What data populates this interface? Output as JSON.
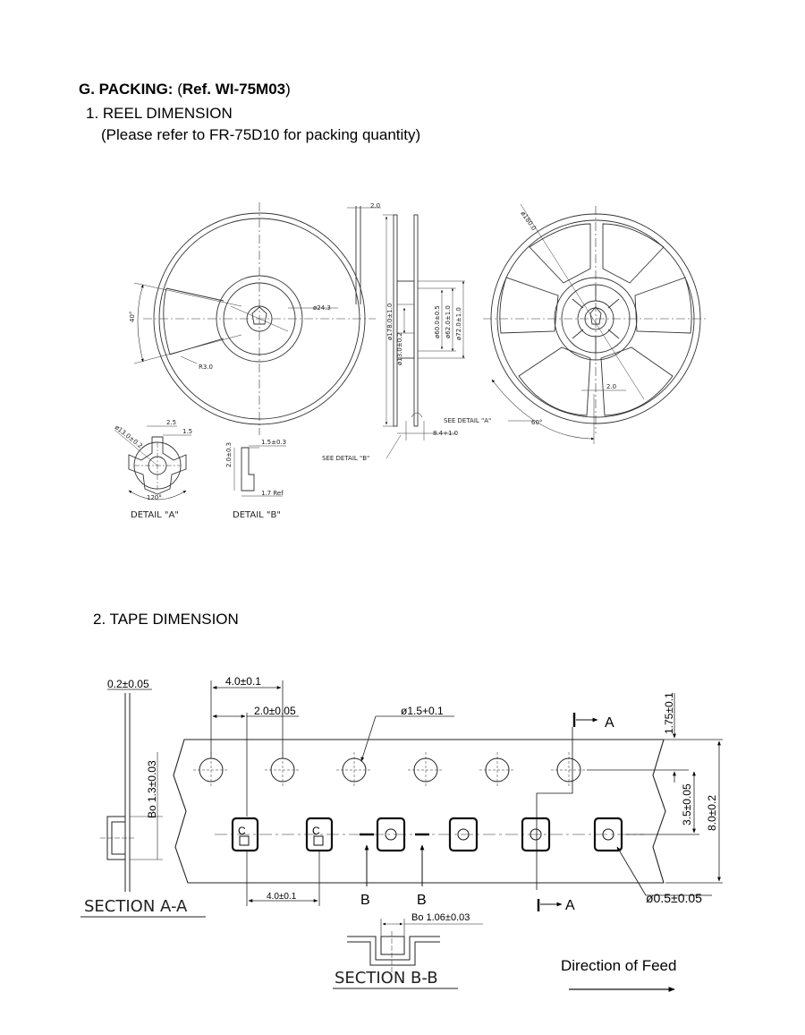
{
  "header": {
    "prefix": "G. PACKING:",
    "open": " (",
    "ref": "Ref. WI-75M03",
    "close": ")"
  },
  "reel": {
    "title": "1. REEL DIMENSION",
    "note": "(Please refer to FR-75D10 for packing quantity)",
    "labels": {
      "top_thick": "2.0",
      "hub_dia": "ø24.3",
      "angle40": "40°",
      "r3": "R3.0",
      "dia178": "ø178.0±1.0",
      "dia13": "ø13.0±0.2",
      "dia60": "ø60.0±0.5",
      "dia62": "ø62.0±1.0",
      "dia72": "ø72.0±1.0",
      "width84": "8.4+1.0",
      "see_a": "SEE DETAIL \"A\"",
      "see_b": "SEE DETAIL \"B\"",
      "dia180": "ø180.0",
      "right_20": "2.0",
      "angle60": "60°",
      "da_25": "2.5",
      "da_15": "1.5",
      "da_dia": "ø13.0±0.2",
      "da_120": "120°",
      "db_15": "1.5±0.3",
      "db_20": "2.0±0.3",
      "db_17": "1.7 Ref",
      "detail_a": "DETAIL \"A\"",
      "detail_b": "DETAIL \"B\""
    }
  },
  "tape": {
    "title": "2. TAPE DIMENSION",
    "dims": {
      "thickness": "0.2±0.05",
      "pitch_top": "4.0±0.1",
      "half_pitch": "2.0±0.05",
      "hole_dia": "ø1.5+0.1",
      "edge": "1.75±0.1",
      "center": "3.5±0.05",
      "width": "8.0±0.2",
      "pocket_depth": "Bo 1.3±0.03",
      "pitch_bottom": "4.0±0.1",
      "pocket_width": "Bo 1.06±0.03",
      "small_hole": "ø0.5±0.05",
      "cut_a": "A",
      "cut_b": "B",
      "part_mark": "C"
    },
    "sections": {
      "aa": "SECTION A-A",
      "bb": "SECTION B-B"
    },
    "feed": "Direction of Feed"
  }
}
